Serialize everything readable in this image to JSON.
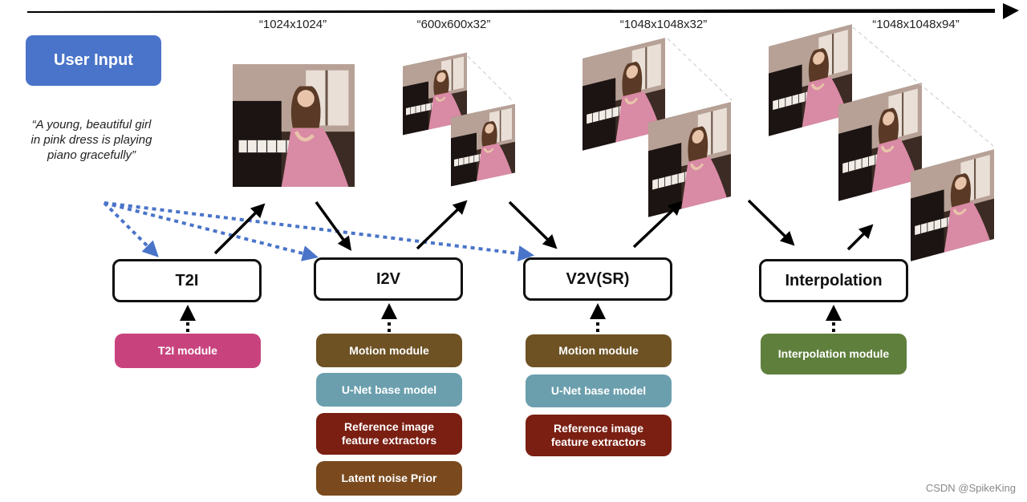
{
  "user_input": {
    "label": "User Input"
  },
  "prompt": {
    "lines": [
      "“A young, beautiful girl",
      "in pink dress is playing",
      "piano gracefully”"
    ]
  },
  "resolutions": {
    "t2i": "“1024x1024”",
    "i2v": "“600x600x32”",
    "v2v": "“1048x1048x32”",
    "interp": "“1048x1048x94”"
  },
  "stages": {
    "t2i": "T2I",
    "i2v": "I2V",
    "v2v": "V2V(SR)",
    "interp": "Interpolation"
  },
  "modules": {
    "t2i": [
      "T2I module"
    ],
    "i2v": [
      "Motion module",
      "U-Net base model",
      "Reference image\nfeature extractors",
      "Latent noise Prior"
    ],
    "v2v": [
      "Motion module",
      "U-Net base model",
      "Reference image\nfeature extractors"
    ],
    "interp": [
      "Interpolation module"
    ]
  },
  "colors": {
    "user_input": "#4a74c9",
    "dashed_arrow": "#4a74c9",
    "t2i_module": "#c8437e",
    "motion_module": "#6e5224",
    "unet": "#6b9fae",
    "reference": "#7a1f12",
    "latent": "#7a4a1e",
    "interpolation_module": "#5f7f3c"
  },
  "watermark": "CSDN @SpikeKing"
}
